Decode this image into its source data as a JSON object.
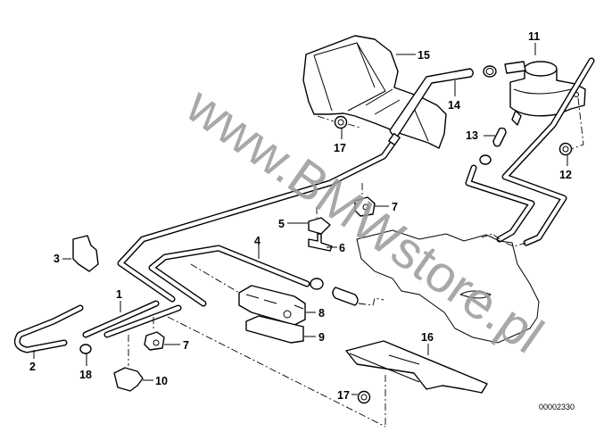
{
  "diagram": {
    "type": "exploded parts diagram",
    "watermark": "www.BMWstore.pl",
    "diagram_id": "00002330",
    "colors": {
      "line": "#000000",
      "background": "#ffffff",
      "watermark": "#9a9a9a"
    }
  },
  "callouts": [
    {
      "number": "1",
      "part": "fuel line"
    },
    {
      "number": "2",
      "part": "hose bend"
    },
    {
      "number": "3",
      "part": "holder"
    },
    {
      "number": "4",
      "part": "fuel line"
    },
    {
      "number": "5",
      "part": "pipe clip"
    },
    {
      "number": "6",
      "part": "clip"
    },
    {
      "number": "7",
      "part": "pipe clip"
    },
    {
      "number": "7",
      "part": "pipe clip"
    },
    {
      "number": "8",
      "part": "pipe holder"
    },
    {
      "number": "9",
      "part": "holder base"
    },
    {
      "number": "10",
      "part": "clip"
    },
    {
      "number": "11",
      "part": "filter / reservoir"
    },
    {
      "number": "12",
      "part": "nut"
    },
    {
      "number": "13",
      "part": "hose"
    },
    {
      "number": "14",
      "part": "hose"
    },
    {
      "number": "15",
      "part": "cover"
    },
    {
      "number": "16",
      "part": "bracket"
    },
    {
      "number": "17",
      "part": "nut"
    },
    {
      "number": "17",
      "part": "nut"
    },
    {
      "number": "18",
      "part": "hose clamp"
    }
  ]
}
